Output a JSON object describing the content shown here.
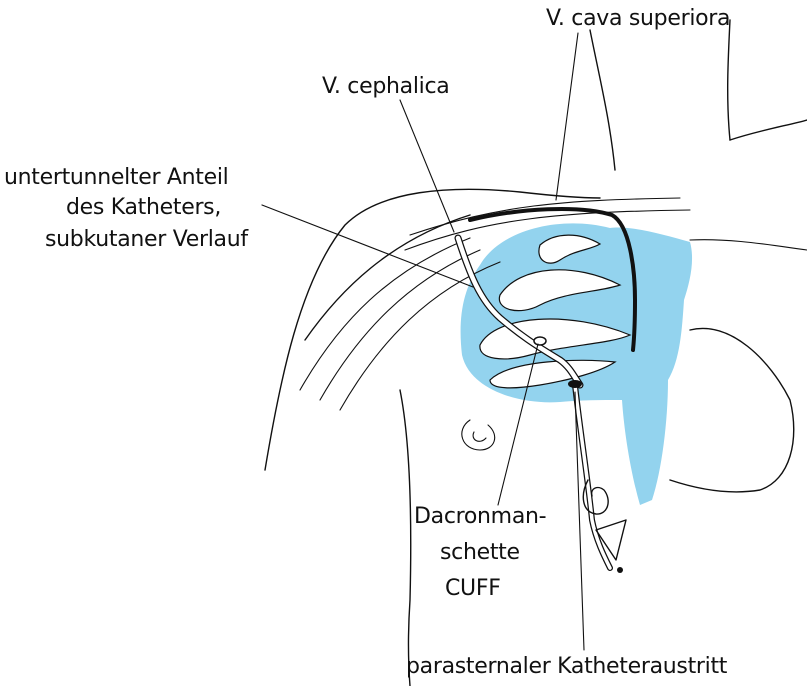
{
  "colors": {
    "ink": "#111111",
    "highlight": "#93d3ee",
    "background": "#ffffff"
  },
  "labels": {
    "vena_cava": "V. cava superiora",
    "cephalica": "V. cephalica",
    "tunnel": [
      "untertunnelter Anteil",
      "des Katheters,",
      "subkutaner Verlauf"
    ],
    "cuff": [
      "Dacronman-",
      "schette",
      "CUFF"
    ],
    "exit": "parasternaler Katheteraustritt"
  }
}
